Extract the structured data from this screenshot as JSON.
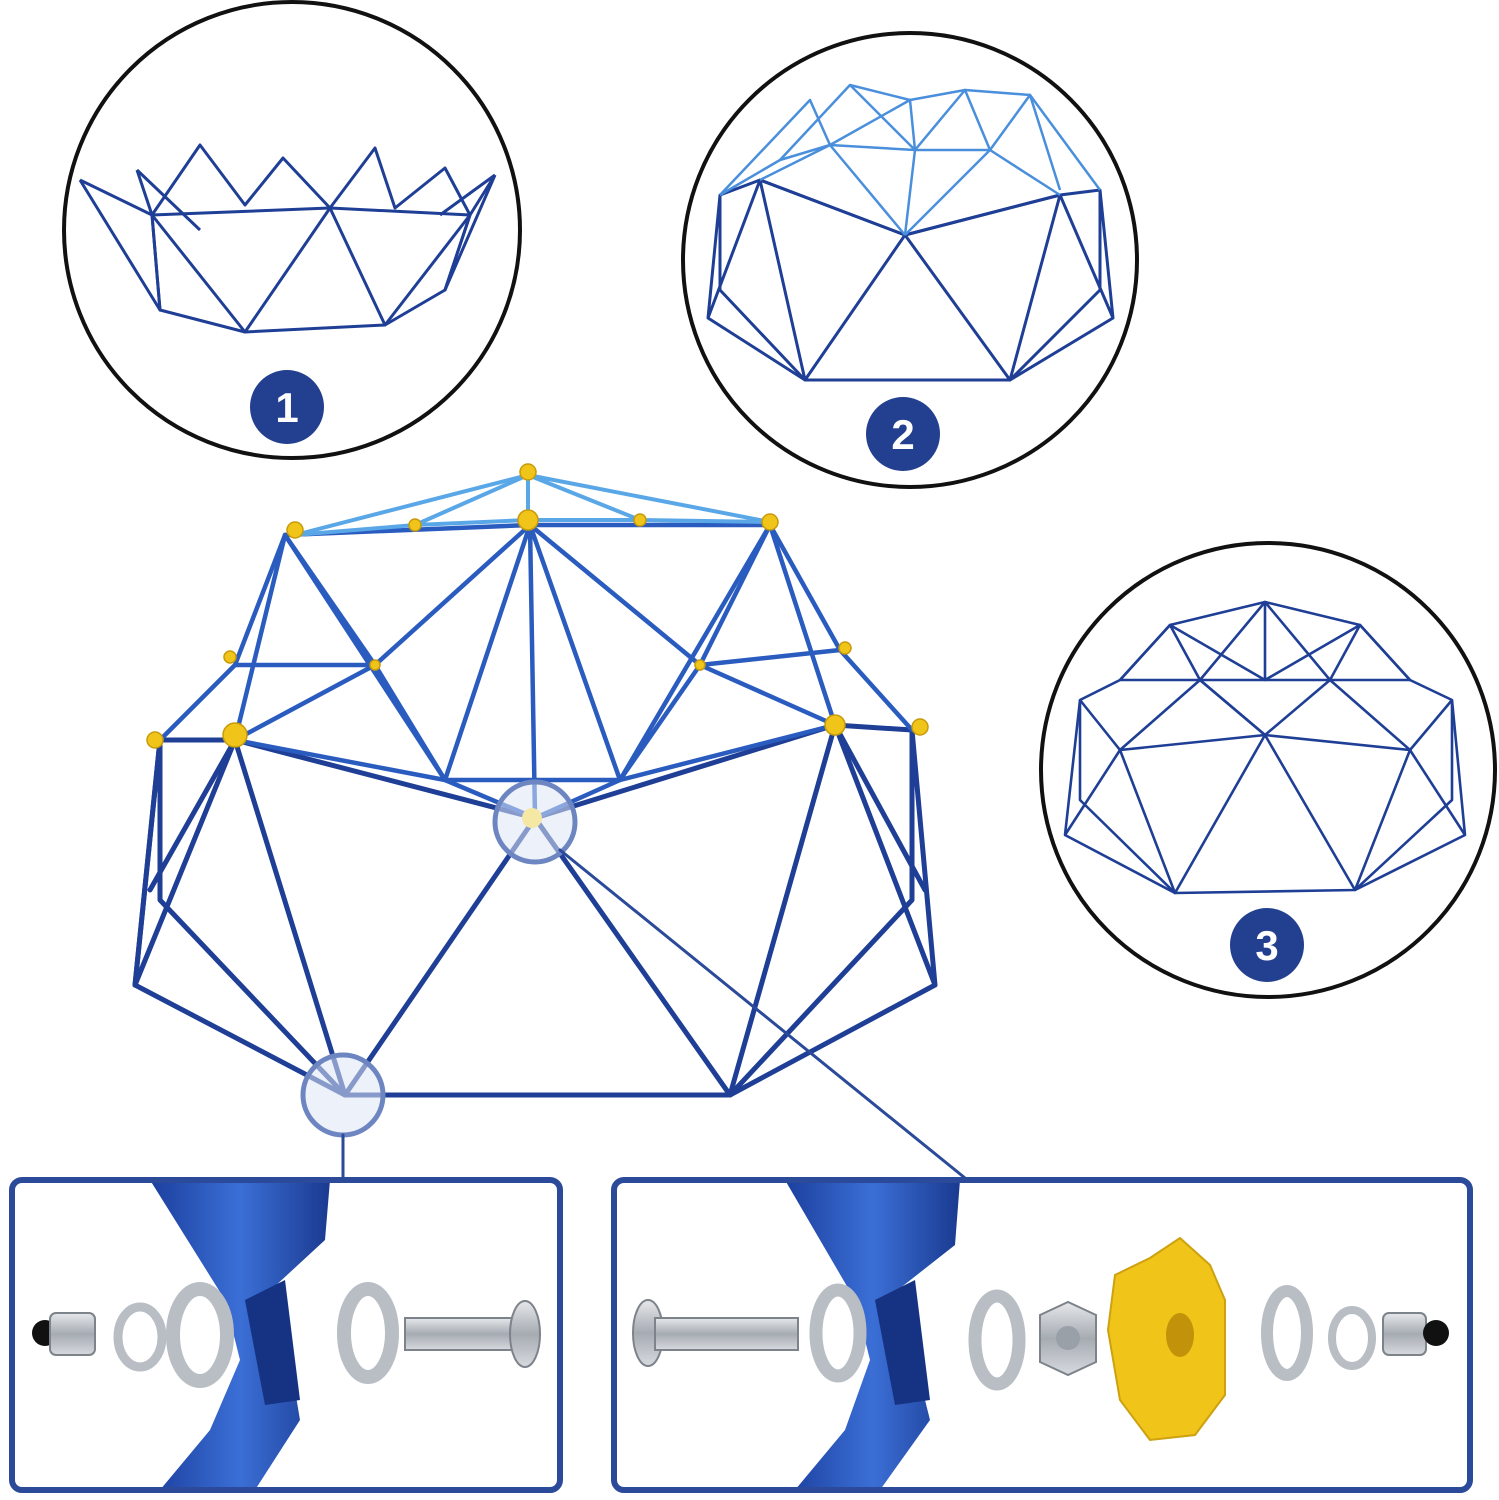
{
  "steps": [
    {
      "number": "1"
    },
    {
      "number": "2"
    },
    {
      "number": "3"
    }
  ],
  "colors": {
    "frame_dark": "#1f3f96",
    "frame_light": "#4f9de0",
    "badge": "#233f8f",
    "connector_cap": "#f0c419",
    "panel_border": "#2b4a9a",
    "hardware_metal": "#b9bec5",
    "hardware_black": "#111111"
  },
  "detail_panels": [
    {
      "name": "base-joint-hardware",
      "parts": [
        "acorn-nut",
        "lock-washer",
        "flat-washer",
        "frame-tube",
        "flat-washer",
        "bolt"
      ]
    },
    {
      "name": "top-joint-hardware",
      "parts": [
        "bolt",
        "flat-washer",
        "frame-tube",
        "flat-washer",
        "hex-nut",
        "connector-cap",
        "flat-washer",
        "lock-washer",
        "acorn-nut"
      ]
    }
  ]
}
